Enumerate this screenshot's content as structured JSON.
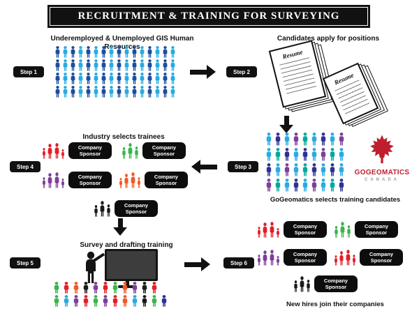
{
  "title": "RECRUITMENT & TRAINING FOR SURVEYING",
  "sponsor_label": "Company Sponsor",
  "step1": {
    "badge": "Step 1",
    "heading": "Underemployed & Unemployed GIS Human Resources",
    "crowd": {
      "rows": 4,
      "cols": 16,
      "mode": "stripe",
      "palette": [
        "#1b4e9b",
        "#29abe2"
      ],
      "pw": 9,
      "ph": 17,
      "gap": 2,
      "rowGap": 2
    }
  },
  "step2": {
    "badge": "Step 2",
    "heading": "Candidates apply for positions",
    "resume_label": "Resume"
  },
  "step3": {
    "badge": "Step 3",
    "caption": "GoGeomatics selects training candidates",
    "logo_name": "GOGEOMATICS",
    "logo_country": "CANADA",
    "logo_color": "#be1e2d",
    "crowd": {
      "rows": 4,
      "cols": 9,
      "mode": "cycle",
      "palette": [
        "#29abe2",
        "#2e3192",
        "#29abe2",
        "#7d3f98",
        "#00a99d",
        "#29abe2",
        "#2e3192",
        "#29abe2",
        "#7d3f98",
        "#29abe2",
        "#00a99d",
        "#2e3192"
      ],
      "pw": 10,
      "ph": 19,
      "gap": 3,
      "rowGap": 3
    }
  },
  "step4": {
    "badge": "Step 4",
    "heading": "Industry selects trainees",
    "groups": [
      {
        "name": "red",
        "crowd": {
          "rows": 1,
          "cols": 4,
          "mode": "cycle",
          "palette": [
            "#e31f26"
          ],
          "pw": 9,
          "ph": 23,
          "gap": 1,
          "rowGap": 0,
          "sizes": [
            0.7,
            0.95,
            1,
            0.62
          ]
        }
      },
      {
        "name": "green",
        "crowd": {
          "rows": 1,
          "cols": 3,
          "mode": "cycle",
          "palette": [
            "#3ab54a"
          ],
          "pw": 9,
          "ph": 23,
          "gap": 1,
          "rowGap": 0,
          "sizes": [
            0.75,
            1,
            0.8
          ]
        }
      },
      {
        "name": "purple",
        "crowd": {
          "rows": 1,
          "cols": 4,
          "mode": "cycle",
          "palette": [
            "#7d3f98"
          ],
          "pw": 9,
          "ph": 23,
          "gap": 1,
          "rowGap": 0,
          "sizes": [
            0.7,
            0.95,
            1,
            0.62
          ]
        }
      },
      {
        "name": "orange",
        "crowd": {
          "rows": 1,
          "cols": 4,
          "mode": "cycle",
          "palette": [
            "#f15a24"
          ],
          "pw": 9,
          "ph": 23,
          "gap": 1,
          "rowGap": 0,
          "sizes": [
            0.65,
            0.9,
            1,
            0.7
          ]
        }
      },
      {
        "name": "black",
        "crowd": {
          "rows": 1,
          "cols": 3,
          "mode": "cycle",
          "palette": [
            "#1a1a1a"
          ],
          "pw": 9,
          "ph": 23,
          "gap": 1,
          "rowGap": 0,
          "sizes": [
            0.75,
            1,
            0.8
          ]
        }
      }
    ]
  },
  "step5": {
    "badge": "Step 5",
    "heading": "Survey and drafting training",
    "audience": {
      "rowsExplicit": [
        [
          "#3ab54a",
          "#e31f26",
          "#f15a24",
          "#1a1a1a",
          "#7d3f98",
          "#e31f26",
          "#3ab54a",
          "#f15a24",
          "#7d3f98",
          "#1a1a1a",
          "#e31f26"
        ],
        [
          "#3ab54a",
          "#29abe2",
          "#7d3f98",
          "#e31f26",
          "#3ab54a",
          "#7d3f98",
          "#e31f26",
          "#f15a24",
          "#29abe2",
          "#1a1a1a",
          "#3ab54a",
          "#2e3192"
        ]
      ],
      "pw": 10,
      "ph": 17,
      "gap": 4,
      "rowGap": 2
    }
  },
  "step6": {
    "badge": "Step 6",
    "caption": "New hires join their companies",
    "groups": [
      {
        "name": "red",
        "crowd": {
          "rows": 1,
          "cols": 4,
          "mode": "cycle",
          "palette": [
            "#e31f26"
          ],
          "pw": 9,
          "ph": 23,
          "gap": 1,
          "rowGap": 0,
          "sizes": [
            0.7,
            0.95,
            1,
            0.62
          ]
        }
      },
      {
        "name": "green",
        "crowd": {
          "rows": 1,
          "cols": 3,
          "mode": "cycle",
          "palette": [
            "#3ab54a"
          ],
          "pw": 9,
          "ph": 23,
          "gap": 1,
          "rowGap": 0,
          "sizes": [
            0.75,
            1,
            0.8
          ]
        }
      },
      {
        "name": "purple",
        "crowd": {
          "rows": 1,
          "cols": 4,
          "mode": "cycle",
          "palette": [
            "#7d3f98"
          ],
          "pw": 9,
          "ph": 23,
          "gap": 1,
          "rowGap": 0,
          "sizes": [
            0.7,
            0.95,
            1,
            0.62
          ]
        }
      },
      {
        "name": "red2",
        "crowd": {
          "rows": 1,
          "cols": 4,
          "mode": "cycle",
          "palette": [
            "#e31f26"
          ],
          "pw": 9,
          "ph": 23,
          "gap": 1,
          "rowGap": 0,
          "sizes": [
            0.65,
            0.9,
            1,
            0.7
          ]
        }
      },
      {
        "name": "black",
        "crowd": {
          "rows": 1,
          "cols": 3,
          "mode": "cycle",
          "palette": [
            "#1a1a1a"
          ],
          "pw": 9,
          "ph": 23,
          "gap": 1,
          "rowGap": 0,
          "sizes": [
            0.75,
            1,
            0.8
          ]
        }
      }
    ]
  }
}
